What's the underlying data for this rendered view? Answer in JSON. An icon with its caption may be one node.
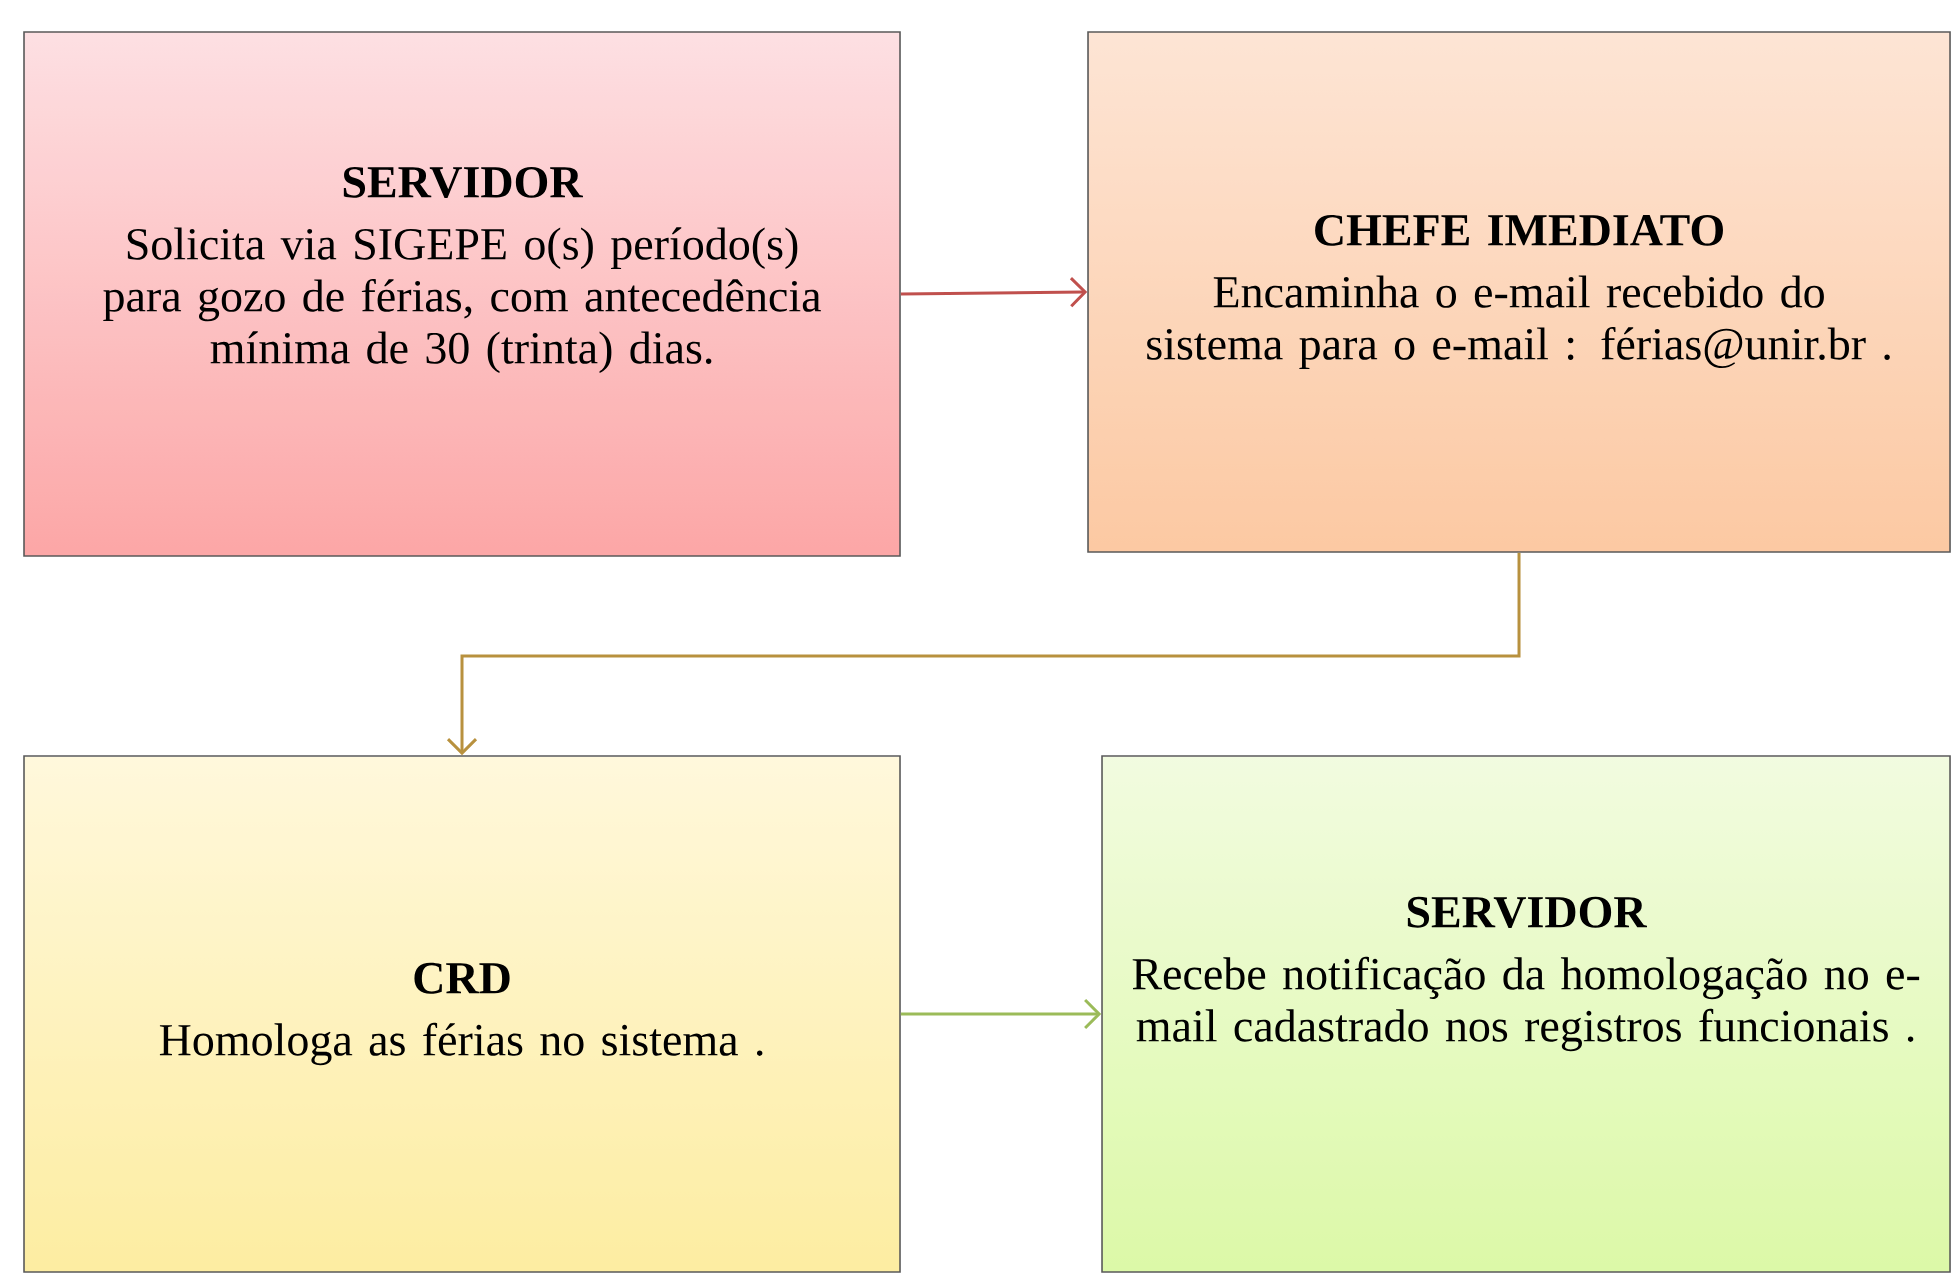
{
  "diagram": {
    "nodes": [
      {
        "text": [
          "SERVIDOR",
          "Solicita via SIGEPE o(s) período(s) para gozo de férias, com antecedência mínima de 30 (trinta) dias."
        ]
      },
      {
        "text": [
          "CHEFE IMEDIATO",
          "Encaminha o e-mail recebido do sistema para o e-mail : férias@unir.br ."
        ]
      },
      {
        "text": [
          "CRD",
          "Homologa as férias no sistema ."
        ]
      },
      {
        "text": [
          "SERVIDOR",
          "Recebe notificação da homologação no e-mail cadastrado nos registros funcionais ."
        ]
      }
    ],
    "edges": [
      {
        "from": 0,
        "to": 1,
        "arrow": "to",
        "color": "#c0504d"
      },
      {
        "from": 1,
        "to": 2,
        "arrow": "to",
        "color": "#b8913e"
      },
      {
        "from": 2,
        "to": 3,
        "arrow": "to",
        "color": "#9bbb59"
      }
    ]
  }
}
